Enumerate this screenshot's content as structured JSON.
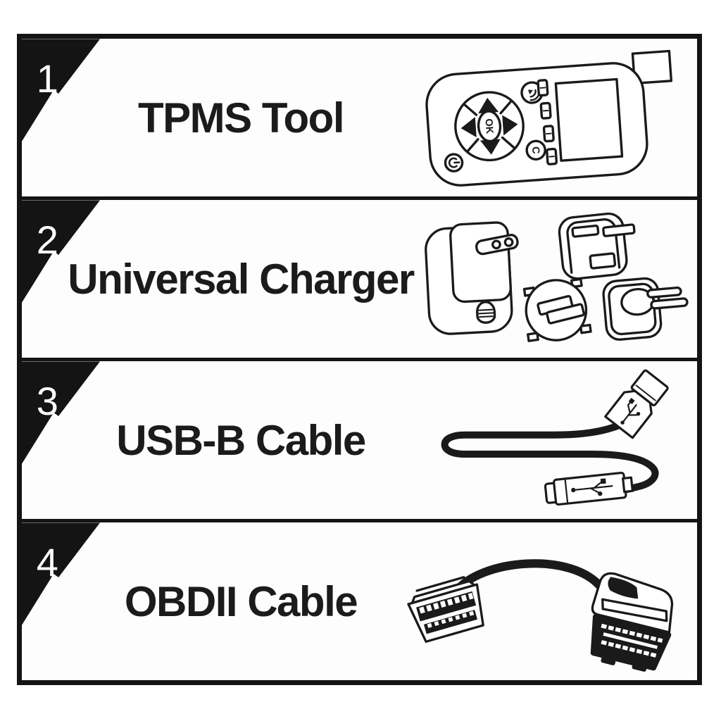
{
  "palette": {
    "ink": "#141414",
    "paper": "#ffffff"
  },
  "items": [
    {
      "number": "1",
      "label": "TPMS Tool"
    },
    {
      "number": "2",
      "label": "Universal Charger"
    },
    {
      "number": "3",
      "label": "USB-B Cable"
    },
    {
      "number": "4",
      "label": "OBDII Cable"
    }
  ],
  "tpms_device": {
    "ok_button": "OK",
    "c_button": "C"
  }
}
